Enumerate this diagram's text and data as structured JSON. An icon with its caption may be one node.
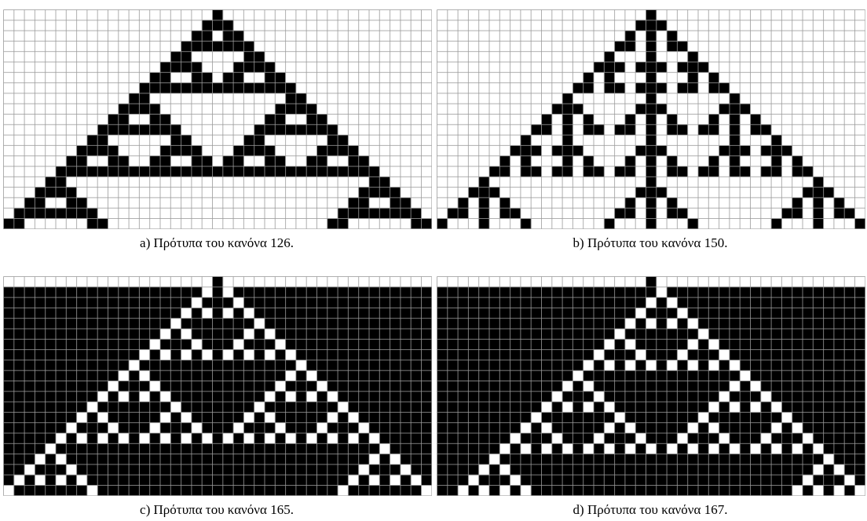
{
  "diagram": {
    "labels": [
      "a) Πρότυπα του κανόνα 126.",
      "b) Πρότυπα του κανόνα 150.",
      "c) Πρότυπα του κανόνα 165.",
      "d) Πρότυπα του κανόνα 167."
    ]
  }
}
